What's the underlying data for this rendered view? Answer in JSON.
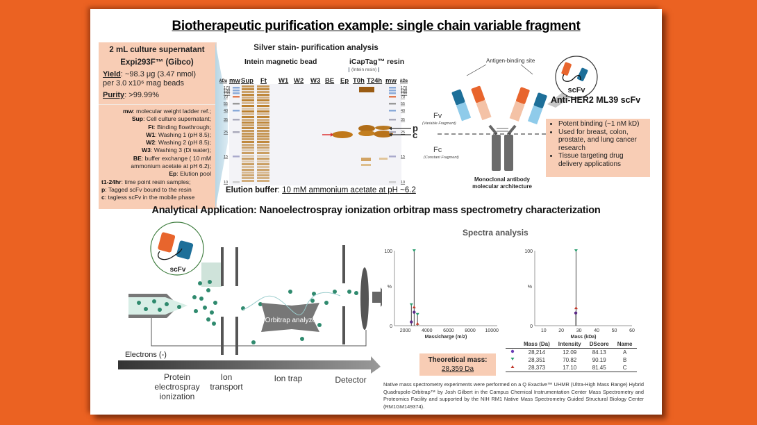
{
  "title": "Biotherapeutic purification example: single chain variable fragment",
  "info_box": {
    "header_line1": "2 mL culture supernatant",
    "header_line2": "Expi293F™ (Gibco)",
    "yield_label": "Yield",
    "yield_value": ": ~98.3 μg (3.47 nmol)",
    "yield_value2": "per 3.0 x10⁶ mag beads",
    "purity_label": "Purity",
    "purity_value": ": >99.99%",
    "legend": [
      {
        "key": "mw",
        "text": ": molecular weight ladder ref.;"
      },
      {
        "key": "Sup",
        "text": ": Cell culture supernatant;"
      },
      {
        "key": "Ft",
        "text": ": Binding flowthrough;"
      },
      {
        "key": "W1",
        "text": ": Washing 1 (pH 8.5);"
      },
      {
        "key": "W2",
        "text": ": Washing 2 (pH 8.5);"
      },
      {
        "key": "W3",
        "text": ": Washing 3 (Di water);"
      },
      {
        "key": "BE",
        "text": ": buffer exchange ( 10 mM"
      },
      {
        "key": "",
        "text": "ammonium acetate at pH 6.2);"
      },
      {
        "key": "Ep",
        "text": ": Elution pool"
      },
      {
        "key": "t1-24hr",
        "text": ": time point resin samples;"
      },
      {
        "key": "p",
        "text": ": Tagged scFv bound to the resin"
      },
      {
        "key": "c",
        "text": ": tagless scFv in the mobile phase"
      }
    ]
  },
  "gel": {
    "title": "Silver stain- purification analysis",
    "group1": "Intein magnetic bead",
    "group2": "iCapTag™ resin",
    "group2_note": "(Intein resin)",
    "kda_label": "kDa",
    "lanes": [
      "mw",
      "Sup",
      "Ft",
      "W1",
      "W2",
      "W3",
      "BE",
      "Ep",
      "T0h",
      "T24h",
      "mw"
    ],
    "ladder_left": [
      "170",
      "130",
      "100",
      "70",
      "55",
      "40",
      "35",
      "25",
      "15",
      "10"
    ],
    "ladder_right": [
      "170",
      "130",
      "100",
      "70",
      "55",
      "40",
      "35",
      "25",
      "15",
      "10"
    ],
    "band_p": "p",
    "band_c": "c"
  },
  "elution": {
    "label": "Elution buffer",
    "value": "10 mM ammonium acetate at pH ~6.2"
  },
  "antibody": {
    "antigen_site": "Antigen-binding site",
    "fv": "Fv",
    "fv_sub": "(Variable Fragment)",
    "fc": "Fc",
    "fc_sub": "(Constant Fragment)",
    "caption1": "Monoclonal antibody",
    "caption2": "molecular architecture",
    "scfv_label": "scFv"
  },
  "her2": {
    "title": "Anti-HER2 ML39 scFv",
    "bullets": [
      "Potent binding (~1 nM kD)",
      "Used for breast, colon, prostate, and lung cancer research",
      "Tissue targeting drug delivery applications"
    ]
  },
  "section2_title": "Analytical Application: Nanoelectrospray ionization orbitrap mass spectrometry characterization",
  "ms_diagram": {
    "scfv_label": "scFv",
    "analyzer_label": "Orbitrap analyzer",
    "electrons_label": "Electrons (-)",
    "stages": [
      [
        "Protein",
        "electrospray",
        "ionization"
      ],
      [
        "Ion",
        "transport"
      ],
      [
        "Ion trap"
      ],
      [
        "Detector"
      ]
    ]
  },
  "spectra_title": "Spectra analysis",
  "chart_data": [
    {
      "type": "line",
      "title": "",
      "xlabel": "Mass/charge (m/z)",
      "ylabel": "%",
      "xlim": [
        1000,
        10500
      ],
      "ylim": [
        0,
        100
      ],
      "xticks": [
        2000,
        4000,
        6000,
        8000,
        10000
      ],
      "yticks": [
        0,
        100
      ],
      "peaks": [
        {
          "x": 2560,
          "y": 28,
          "marker": "triangle-down",
          "color": "#2a9d6e"
        },
        {
          "x": 2560,
          "y": 5,
          "marker": "circle",
          "color": "#5b2a86"
        },
        {
          "x": 2820,
          "y": 100,
          "marker": "triangle-down",
          "color": "#2a9d6e"
        },
        {
          "x": 2820,
          "y": 25,
          "marker": "triangle-up",
          "color": "#c0392b"
        },
        {
          "x": 2820,
          "y": 18,
          "marker": "circle",
          "color": "#5b2a86"
        },
        {
          "x": 3130,
          "y": 15,
          "marker": "triangle-down",
          "color": "#2a9d6e"
        },
        {
          "x": 3130,
          "y": 3,
          "marker": "triangle-up",
          "color": "#c0392b"
        }
      ]
    },
    {
      "type": "line",
      "title": "",
      "xlabel": "Mass (kDa)",
      "ylabel": "%",
      "xlim": [
        5,
        60
      ],
      "ylim": [
        0,
        100
      ],
      "xticks": [
        10,
        20,
        30,
        40,
        50,
        60
      ],
      "yticks": [
        0,
        100
      ],
      "peaks": [
        {
          "x": 28.35,
          "y": 100,
          "marker": "triangle-down",
          "color": "#2a9d6e"
        },
        {
          "x": 28.37,
          "y": 24,
          "marker": "triangle-up",
          "color": "#c0392b"
        },
        {
          "x": 28.21,
          "y": 17,
          "marker": "circle",
          "color": "#5b2a86"
        }
      ]
    }
  ],
  "peak_table": {
    "headers": [
      "Mass (Da)",
      "Intensity",
      "DScore",
      "Name"
    ],
    "rows": [
      {
        "marker": "circle",
        "color": "#6a3fb5",
        "cells": [
          "28,214",
          "12.09",
          "84.13",
          "A"
        ]
      },
      {
        "marker": "triangle-down",
        "color": "#2a9d6e",
        "cells": [
          "28,351",
          "70.82",
          "90.19",
          "B"
        ]
      },
      {
        "marker": "triangle-up",
        "color": "#c0392b",
        "cells": [
          "28,373",
          "17.10",
          "81.45",
          "C"
        ]
      }
    ]
  },
  "theoretical_mass": {
    "label": "Theoretical mass:",
    "value": "28,359 Da"
  },
  "footnote": "Native mass spectrometry experiments were performed on a  Q Exactive™ UHMR (Ultra-High Mass Range) Hybrid Quadrupole-Orbitrap™ by Josh Gilbert in the Campus Chemical Instrumentation Center Mass Spectrometry and Proteomics Facility and supported by the NIH RM1 Native Mass Spectrometry Guided Structural Biology Center (RM1GM149374).",
  "colors": {
    "background": "#eb6222",
    "peach": "#f8cdb5",
    "orange": "#e8652d",
    "blue": "#1f74a4",
    "teal": "#2a8b70"
  }
}
